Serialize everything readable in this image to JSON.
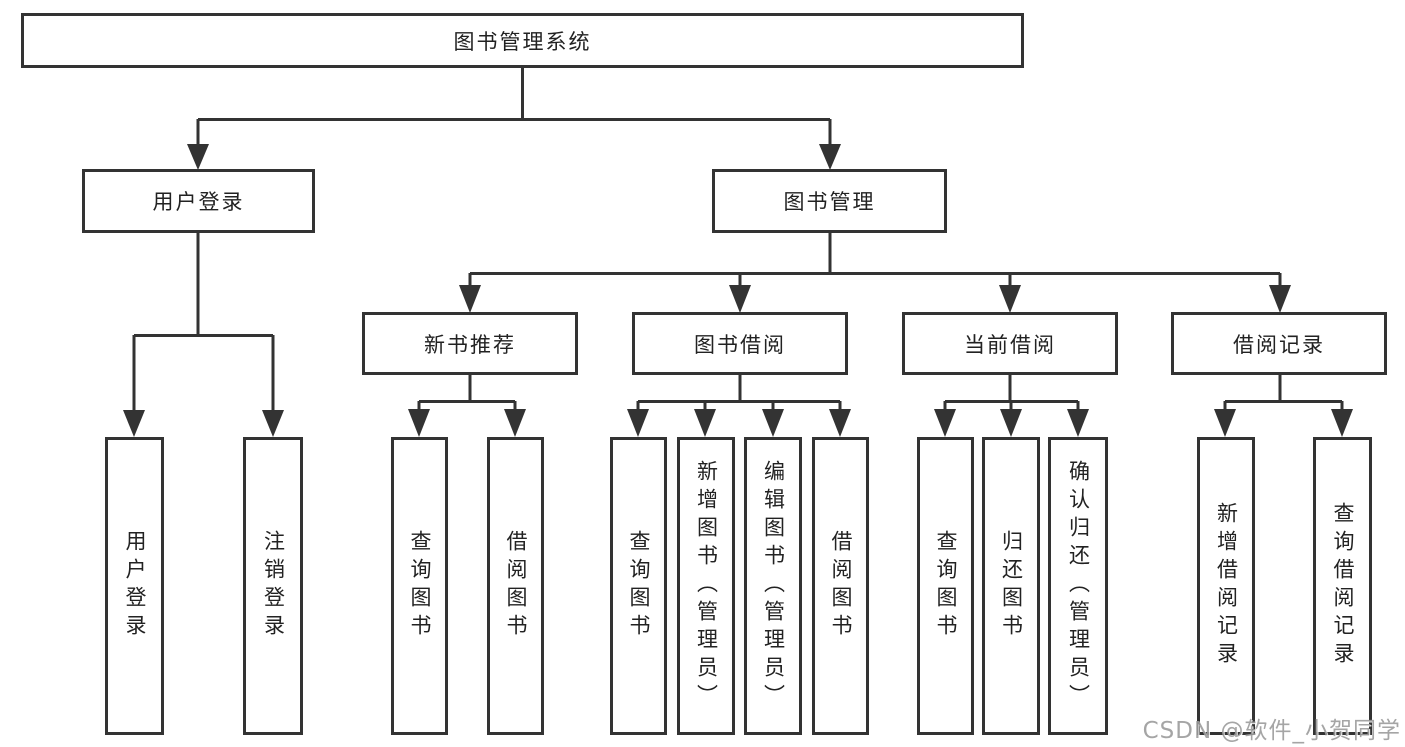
{
  "tree": {
    "label": "图书管理系统",
    "children": [
      {
        "label": "用户登录",
        "children": [
          {
            "label": "用户登录"
          },
          {
            "label": "注销登录"
          }
        ]
      },
      {
        "label": "图书管理",
        "children": [
          {
            "label": "新书推荐",
            "children": [
              {
                "label": "查询图书"
              },
              {
                "label": "借阅图书"
              }
            ]
          },
          {
            "label": "图书借阅",
            "children": [
              {
                "label": "查询图书"
              },
              {
                "label": "新增图书（管理员）"
              },
              {
                "label": "编辑图书（管理员）"
              },
              {
                "label": "借阅图书"
              }
            ]
          },
          {
            "label": "当前借阅",
            "children": [
              {
                "label": "查询图书"
              },
              {
                "label": "归还图书"
              },
              {
                "label": "确认归还（管理员）"
              }
            ]
          },
          {
            "label": "借阅记录",
            "children": [
              {
                "label": "新增借阅记录"
              },
              {
                "label": "查询借阅记录"
              }
            ]
          }
        ]
      }
    ]
  },
  "watermark": {
    "text": "CSDN @软件_小贺同学"
  },
  "colors": {
    "line": "#333333",
    "box_border": "#333333",
    "text": "#222222",
    "background": "#ffffff",
    "watermark": "#9c9c9c"
  }
}
